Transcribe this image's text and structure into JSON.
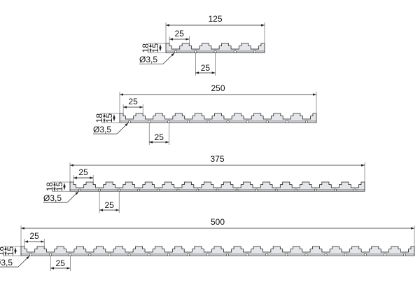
{
  "colors": {
    "profile_fill": "#e3e5e8",
    "line": "#222222",
    "background": "#ffffff"
  },
  "labels": {
    "pitch": "25",
    "pitch_bottom": "25",
    "height_outer": "18",
    "height_inner": "15",
    "hole": "Ø3,5"
  },
  "strips": [
    {
      "length_label": "125",
      "slots": 5
    },
    {
      "length_label": "250",
      "slots": 10
    },
    {
      "length_label": "375",
      "slots": 15
    },
    {
      "length_label": "500",
      "slots": 20
    }
  ]
}
